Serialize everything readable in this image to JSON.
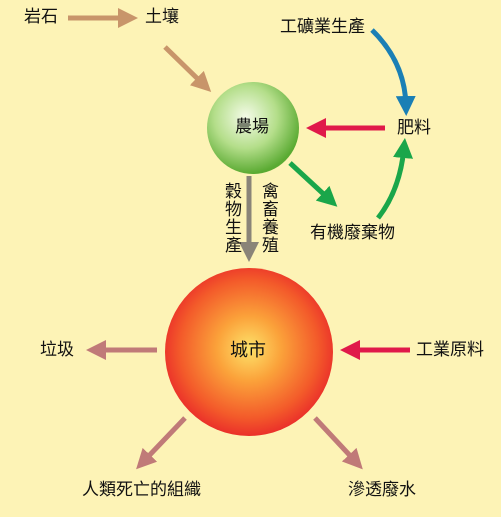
{
  "nodes": {
    "rock": "岩石",
    "soil": "土壤",
    "mining": "工礦業生產",
    "farm": "農場",
    "fertilizer": "肥料",
    "grain": "穀物生產",
    "livestock": "禽畜養殖",
    "organic_waste": "有機廢棄物",
    "city": "城市",
    "garbage": "垃圾",
    "industrial_materials": "工業原料",
    "dead_tissue": "人類死亡的組織",
    "wastewater": "滲透廢水"
  },
  "colors": {
    "background": "#fdf3b6",
    "brown_arrow": "#c8956a",
    "red_arrow": "#e0194a",
    "blue_arrow": "#1a7fb5",
    "green_arrow": "#1aa64a",
    "mauve_arrow": "#c07a78",
    "gray_arrow": "#8a8478",
    "farm_circle": "#7bc24a",
    "city_circle": "#f04a2a"
  }
}
